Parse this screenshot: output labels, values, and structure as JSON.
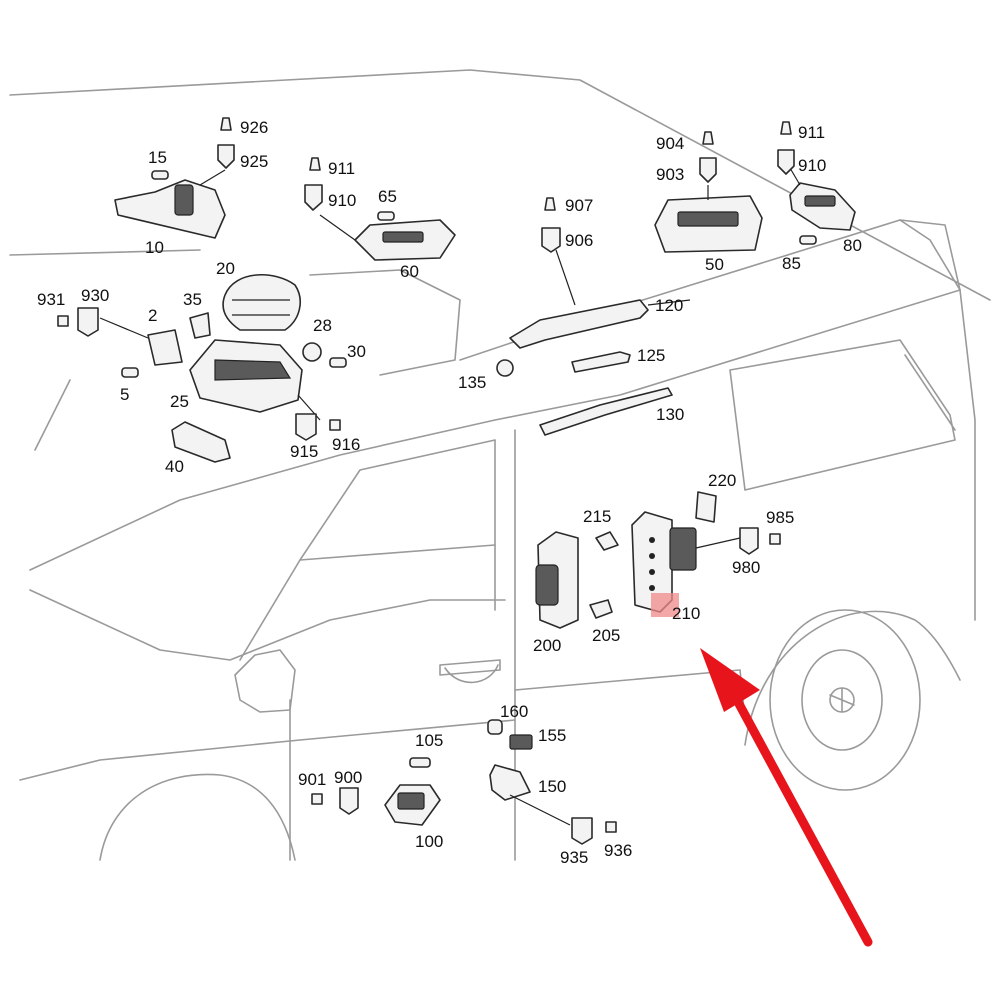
{
  "colors": {
    "background": "#ffffff",
    "body_outline": "#9a9a9a",
    "part_outline": "#2a2a2a",
    "callout_text": "#111111",
    "arrow": "#e8141c",
    "highlight": "#f08a8a"
  },
  "callouts": {
    "c15": "15",
    "c926": "926",
    "c925": "925",
    "c10": "10",
    "c911a": "911",
    "c910a": "910",
    "c65": "65",
    "c60": "60",
    "c907": "907",
    "c906": "906",
    "c904": "904",
    "c903": "903",
    "c50": "50",
    "c911b": "911",
    "c910b": "910",
    "c80": "80",
    "c85": "85",
    "c931": "931",
    "c930": "930",
    "c2": "2",
    "c35": "35",
    "c20": "20",
    "c28": "28",
    "c30": "30",
    "c5": "5",
    "c25": "25",
    "c915": "915",
    "c916": "916",
    "c40": "40",
    "c120": "120",
    "c125": "125",
    "c135": "135",
    "c130": "130",
    "c220": "220",
    "c215": "215",
    "c985": "985",
    "c980": "980",
    "c200": "200",
    "c205": "205",
    "c210": "210",
    "c160": "160",
    "c155": "155",
    "c105": "105",
    "c901": "901",
    "c900": "900",
    "c150": "150",
    "c100": "100",
    "c935": "935",
    "c936": "936"
  },
  "highlighted_part": "210",
  "icons": [
    "bulb-socket-icon",
    "connector-icon",
    "pin-icon",
    "pointer-arrow-icon"
  ]
}
